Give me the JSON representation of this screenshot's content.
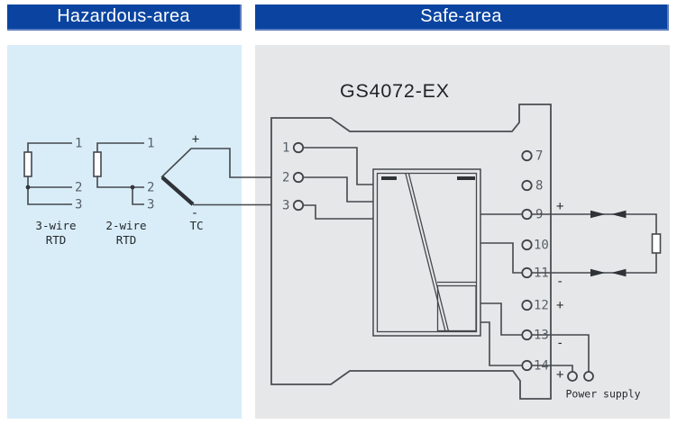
{
  "colors": {
    "header_blue": "#0a44a0",
    "header_edge_blue": "#5b7cc0",
    "hazardous_panel_bg": "#d9edf8",
    "safe_panel_bg": "#e6e7e8",
    "wire": "#44484c",
    "terminal_number_gray": "#555f69"
  },
  "headers": {
    "hazardous": "Hazardous-area",
    "safe": "Safe-area"
  },
  "hazardous_area": {
    "rtd_3wire": {
      "t1": "1",
      "t2": "2",
      "t3": "3",
      "caption1": "3-wire",
      "caption2": "RTD"
    },
    "rtd_2wire": {
      "t1": "1",
      "t2": "2",
      "t3": "3",
      "caption1": "2-wire",
      "caption2": "RTD"
    },
    "thermocouple": {
      "plus": "+",
      "minus": "-",
      "caption": "TC"
    }
  },
  "safe_area": {
    "device_model": "GS4072-EX",
    "input_terminals": {
      "t1": "1",
      "t2": "2",
      "t3": "3"
    },
    "output_terminals": {
      "t7": "7",
      "t8": "8",
      "t9": "9",
      "t10": "10",
      "t11": "11",
      "t12": "12",
      "t13": "13",
      "t14": "14"
    },
    "polarity": {
      "t9": "+",
      "t11": "-",
      "t12": "+",
      "t13": "-",
      "t14": "+"
    },
    "power_supply": "Power supply"
  }
}
